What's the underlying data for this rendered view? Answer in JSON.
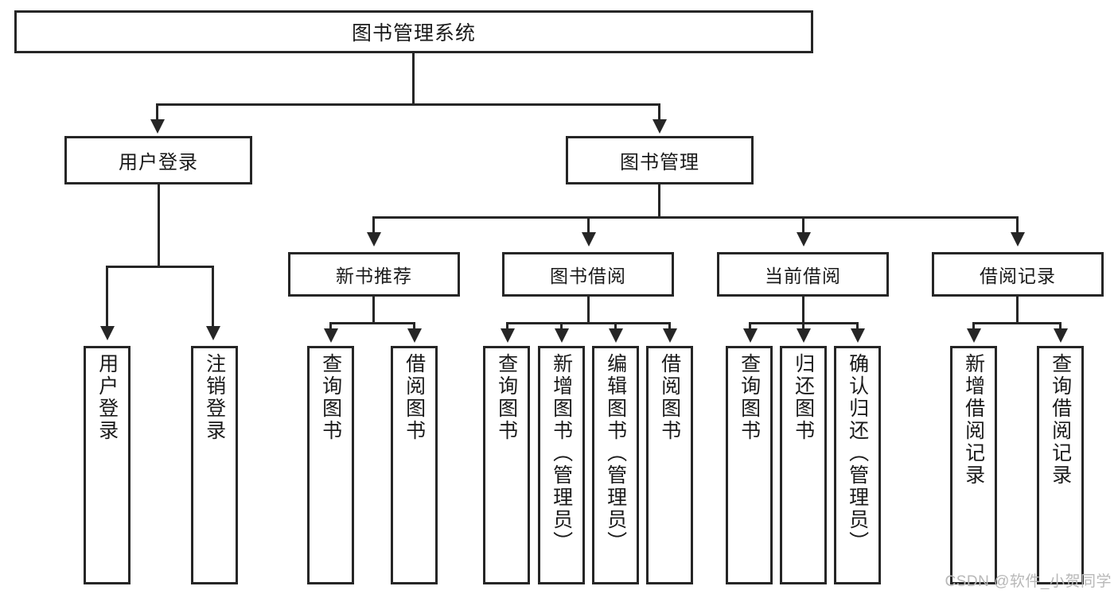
{
  "diagram": {
    "title": "图书管理系统",
    "type": "hierarchy-tree",
    "root": {
      "label": "图书管理系统"
    },
    "level2": [
      {
        "label": "用户登录"
      },
      {
        "label": "图书管理"
      }
    ],
    "level3": [
      {
        "label": "新书推荐"
      },
      {
        "label": "图书借阅"
      },
      {
        "label": "当前借阅"
      },
      {
        "label": "借阅记录"
      }
    ],
    "leaves": {
      "user_login": [
        {
          "label": "用户登录"
        },
        {
          "label": "注销登录"
        }
      ],
      "new_book_recommend": [
        {
          "label": "查询图书"
        },
        {
          "label": "借阅图书"
        }
      ],
      "book_borrow": [
        {
          "label": "查询图书"
        },
        {
          "label": "新增图书（管理员）"
        },
        {
          "label": "编辑图书（管理员）"
        },
        {
          "label": "借阅图书"
        }
      ],
      "current_borrow": [
        {
          "label": "查询图书"
        },
        {
          "label": "归还图书"
        },
        {
          "label": "确认归还（管理员）"
        }
      ],
      "borrow_record": [
        {
          "label": "新增借阅记录"
        },
        {
          "label": "查询借阅记录"
        }
      ]
    }
  },
  "watermark": {
    "text": "CSDN @软件_小贺同学"
  },
  "colors": {
    "stroke": "#262626",
    "background": "#ffffff",
    "text": "#1a1a1a",
    "watermark": "#b8b8b8"
  }
}
